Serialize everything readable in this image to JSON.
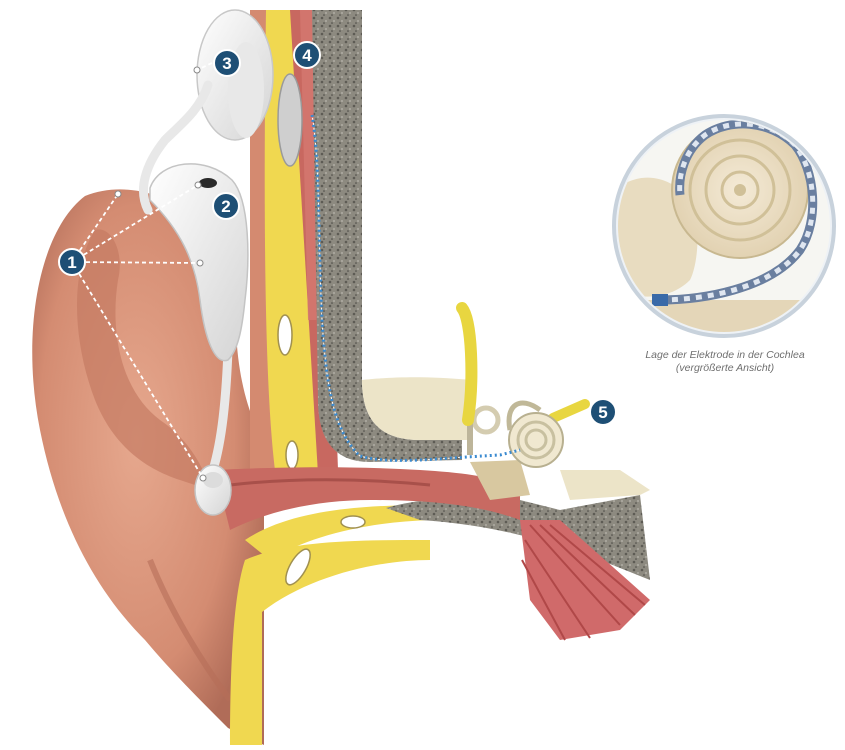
{
  "markers": [
    "1",
    "2",
    "3",
    "4",
    "5"
  ],
  "inset_caption": {
    "line1": "Lage der Elektrode in der Cochlea",
    "line2": "(vergrößerte Ansicht)"
  },
  "colors": {
    "skin": "#d8957a",
    "skin_dark": "#b8705a",
    "fat": "#f0d850",
    "muscle": "#c86860",
    "bone": "#7a7a70",
    "device": "#f3f3f3",
    "marker": "#1e4f75",
    "electrode_lead": "#3a8ad0"
  }
}
